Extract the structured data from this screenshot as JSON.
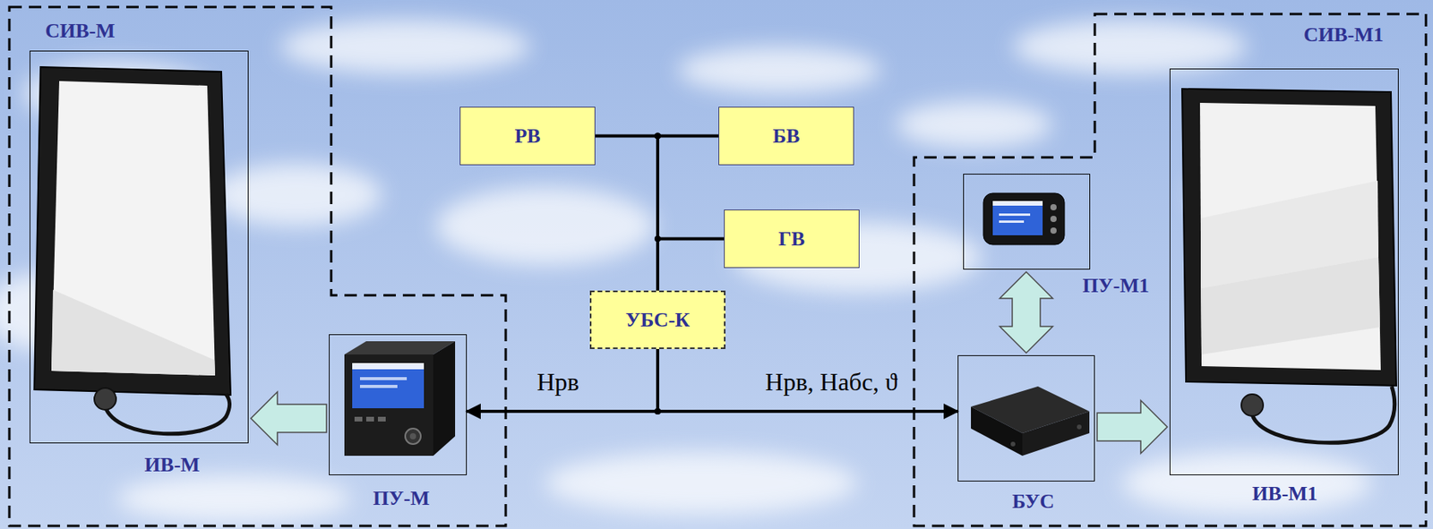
{
  "diagram": {
    "nodes": [
      {
        "text": [
          "СИВ-М"
        ]
      },
      {
        "text": [
          "ИВ-М"
        ],
        "in": 0
      },
      {
        "text": [
          "ПУ-М"
        ],
        "in": 0
      },
      {
        "text": [
          "РВ"
        ]
      },
      {
        "text": [
          "БВ"
        ]
      },
      {
        "text": [
          "ГВ"
        ]
      },
      {
        "text": [
          "УБС-К"
        ]
      },
      {
        "text": [
          "СИВ-М1"
        ]
      },
      {
        "text": [
          "ПУ-М1"
        ],
        "in": 7
      },
      {
        "text": [
          "БУС"
        ],
        "in": 7
      },
      {
        "text": [
          "ИВ-М1"
        ],
        "in": 7
      }
    ],
    "edges": [
      {
        "from": 3,
        "to": 6,
        "arrow": "none"
      },
      {
        "from": 4,
        "to": 6,
        "arrow": "none"
      },
      {
        "from": 5,
        "to": 6,
        "arrow": "none"
      },
      {
        "from": 6,
        "to": 2,
        "arrow": "to",
        "label": "Нрв"
      },
      {
        "from": 6,
        "to": 9,
        "arrow": "to",
        "label": "Нрв, Набс, ϑ"
      },
      {
        "from": 2,
        "to": 1,
        "arrow": "to"
      },
      {
        "from": 8,
        "to": 9,
        "arrow": "both"
      },
      {
        "from": 9,
        "to": 10,
        "arrow": "to"
      }
    ]
  }
}
